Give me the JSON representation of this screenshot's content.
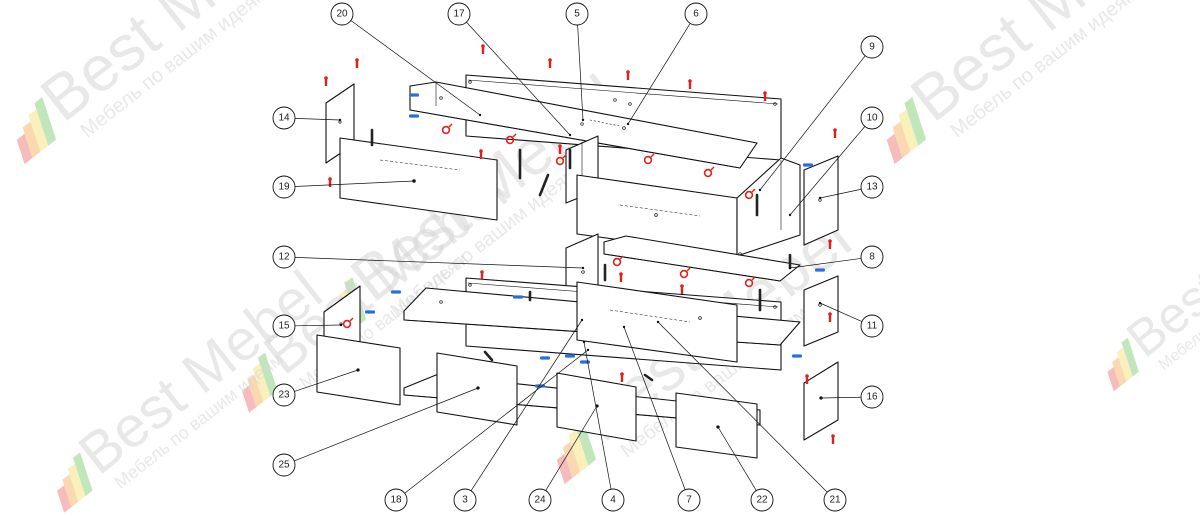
{
  "watermark": {
    "brand": "Best Mebel",
    "tagline": "Мебель по вашим идеям",
    "colors": {
      "red": "#f2a0a0",
      "orange": "#f8c890",
      "yellow": "#f6e9a0",
      "green": "#a8dca0",
      "text": "#d8d8d8"
    }
  },
  "colors": {
    "line": "#111111",
    "panel": "#ffffff",
    "fastener_red": "#e0201a",
    "fastener_blue": "#2a6fd8",
    "fastener_dark": "#222222"
  },
  "callouts": [
    "20",
    "17",
    "5",
    "6",
    "9",
    "14",
    "10",
    "19",
    "13",
    "12",
    "8",
    "15",
    "11",
    "23",
    "16",
    "25",
    "18",
    "3",
    "24",
    "4",
    "7",
    "22",
    "21"
  ]
}
